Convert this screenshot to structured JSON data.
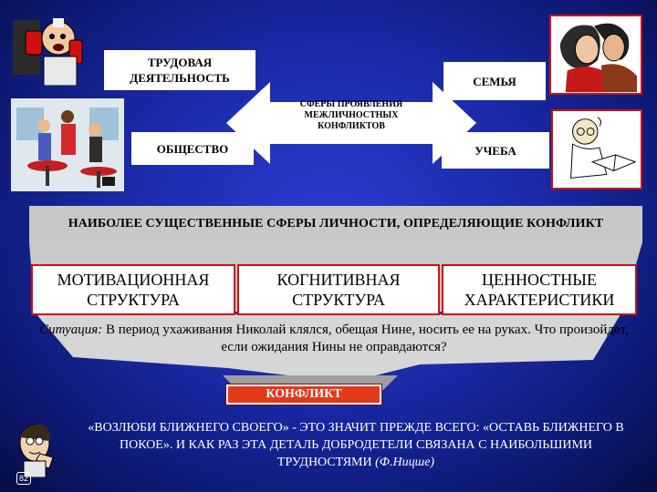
{
  "top_section": {
    "center": "СФЕРЫ ПРОЯВЛЕНИЯ МЕЖЛИЧНОСТНЫХ КОНФЛИКТОВ",
    "work": "ТРУДОВАЯ ДЕЯТЕЛЬНОСТЬ",
    "family": "СЕМЬЯ",
    "society": "ОБЩЕСТВО",
    "study": "УЧЕБА"
  },
  "banner": "НАИБОЛЕЕ СУЩЕСТВЕННЫЕ СФЕРЫ ЛИЧНОСТИ, ОПРЕДЕЛЯЮЩИЕ КОНФЛИКТ",
  "structures": [
    "МОТИВАЦИОННАЯ СТРУКТУРА",
    "КОГНИТИВНАЯ СТРУКТУРА",
    "ЦЕННОСТНЫЕ ХАРАКТЕРИСТИКИ"
  ],
  "situation": {
    "label": "Ситуация:",
    "text": "В период ухаживания Николай клялся, обещая Нине, носить ее на руках. Что произойдет, если ожидания Нины не оправдаются?"
  },
  "conflict": "КОНФЛИКТ",
  "quote": {
    "text": "«ВОЗЛЮБИ БЛИЖНЕГО СВОЕГО» - ЭТО ЗНАЧИТ ПРЕЖДЕ ВСЕГО: «ОСТАВЬ БЛИЖНЕГО В ПОКОЕ». И КАК РАЗ ЭТА ДЕТАЛЬ ДОБРОДЕТЕЛИ СВЯЗАНА С НАИБОЛЬШИМИ ТРУДНОСТЯМИ",
    "author": "(Ф.Ницше)"
  },
  "page_number": "82",
  "colors": {
    "accent_red": "#d01010",
    "banner_gray": "#c8c8c8",
    "conflict_fill": "#e03a1a"
  },
  "icons": [
    "phone-man-clipart",
    "cafe-society-clipart",
    "couple-clipart",
    "student-reading-clipart",
    "pondering-man-clipart"
  ]
}
